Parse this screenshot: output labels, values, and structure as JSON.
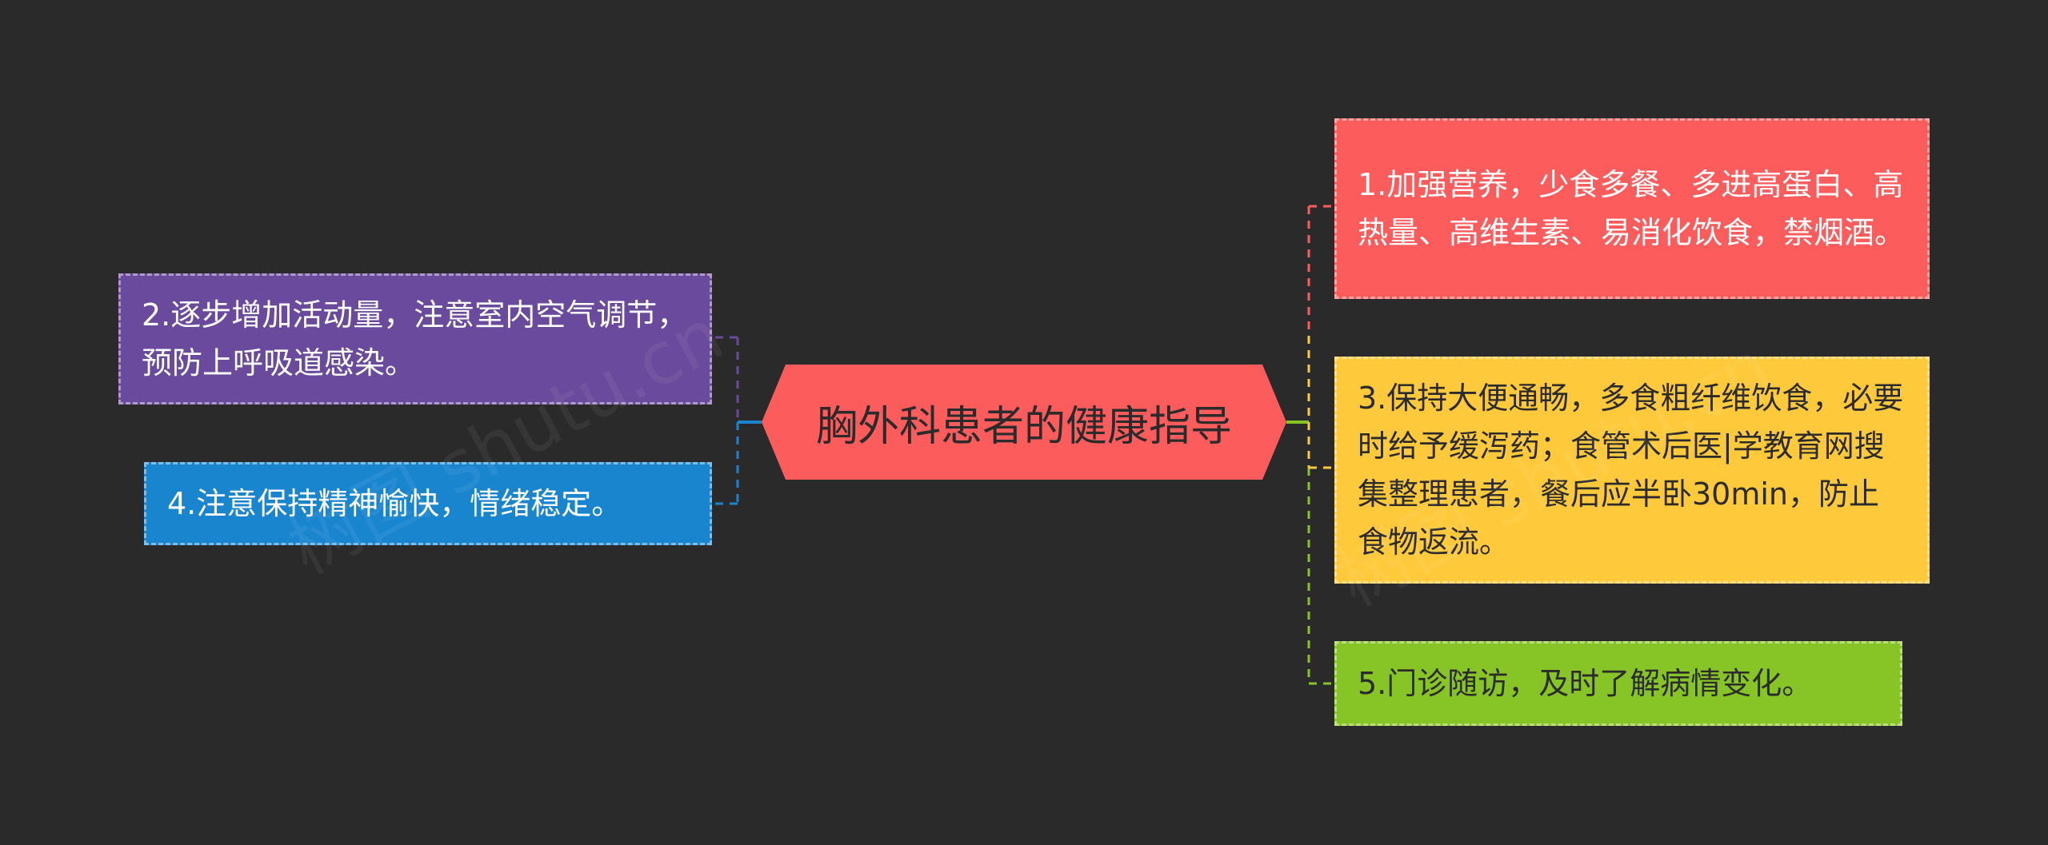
{
  "colors": {
    "background": "#2a2a2a",
    "root": "#fd5c5c",
    "n1": "#fd5c5c",
    "n2": "#6a4a9c",
    "n3": "#fec93a",
    "n4": "#1a85cf",
    "n5": "#87c425"
  },
  "root": {
    "label": "胸外科患者的健康指导"
  },
  "nodes": {
    "n1": {
      "text": "1.加强营养，少食多餐、多进高蛋白、高热量、高维生素、易消化饮食，禁烟酒。"
    },
    "n2": {
      "text": "2.逐步增加活动量，注意室内空气调节，预防上呼吸道感染。"
    },
    "n3": {
      "text": "3.保持大便通畅，多食粗纤维饮食，必要时给予缓泻药；食管术后医|学教育网搜集整理患者，餐后应半卧30min，防止食物返流。"
    },
    "n4": {
      "text": "4.注意保持精神愉快，情绪稳定。"
    },
    "n5": {
      "text": "5.门诊随访，及时了解病情变化。"
    }
  },
  "watermarks": [
    "树图 shutu.cn",
    "树图 shutu.cn"
  ]
}
